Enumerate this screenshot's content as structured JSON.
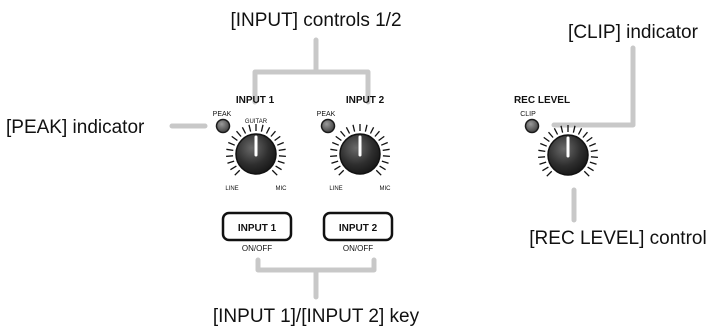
{
  "callouts": {
    "input_controls": "[INPUT] controls 1/2",
    "clip_indicator": "[CLIP] indicator",
    "peak_indicator": "[PEAK] indicator",
    "rec_level_control": "[REC LEVEL] control",
    "input_keys": "[INPUT 1]/[INPUT 2] key"
  },
  "panel": {
    "input1": {
      "title": "INPUT 1",
      "peak": "PEAK",
      "guitar": "GUITAR",
      "line": "LINE",
      "mic": "MIC",
      "key_label": "INPUT 1",
      "key_sub": "ON/OFF"
    },
    "input2": {
      "title": "INPUT 2",
      "peak": "PEAK",
      "line": "LINE",
      "mic": "MIC",
      "key_label": "INPUT 2",
      "key_sub": "ON/OFF"
    },
    "rec_level": {
      "title": "REC LEVEL",
      "clip": "CLIP"
    }
  },
  "colors": {
    "leader_line": "#c8c8c8",
    "knob_body": "#3a3a3a",
    "led": "#6a6a6a",
    "text": "#111111"
  }
}
